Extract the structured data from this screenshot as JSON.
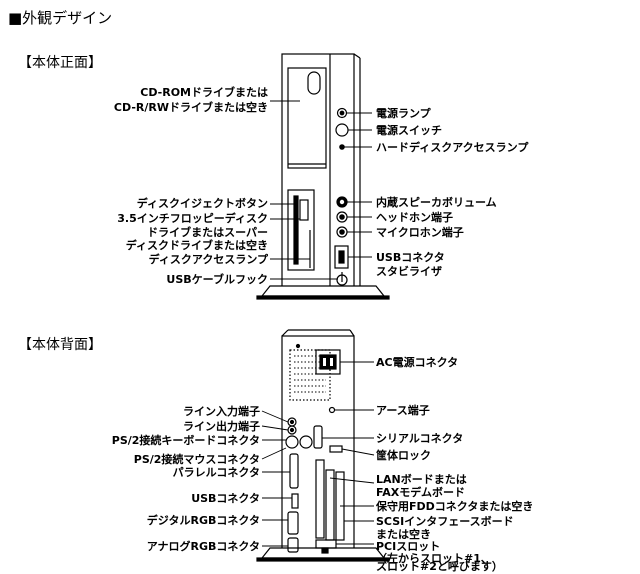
{
  "page": {
    "heading": "■外観デザイン"
  },
  "front": {
    "section_title": "【本体正面】",
    "labels_left": {
      "cd_drive_1": "CD-ROMドライブまたは",
      "cd_drive_2": "CD-R/RWドライブまたは空き",
      "disk_eject": "ディスクイジェクトボタン",
      "fdd_1": "3.5インチフロッピーディスク",
      "fdd_2": "ドライブまたはスーパー",
      "fdd_3": "ディスクドライブまたは空き",
      "disk_access_lamp": "ディスクアクセスランプ",
      "usb_cable_hook": "USBケーブルフック"
    },
    "labels_right": {
      "power_lamp": "電源ランプ",
      "power_switch": "電源スイッチ",
      "hdd_access_lamp": "ハードディスクアクセスランプ",
      "speaker_volume": "内蔵スピーカボリューム",
      "headphone_jack": "ヘッドホン端子",
      "mic_jack": "マイクロホン端子",
      "usb_stabilizer_1": "USBコネクタ",
      "usb_stabilizer_2": "スタビライザ"
    }
  },
  "back": {
    "section_title": "【本体背面】",
    "labels_left": {
      "line_in": "ライン入力端子",
      "line_out": "ライン出力端子",
      "ps2_keyboard": "PS/2接続キーボードコネクタ",
      "ps2_mouse": "PS/2接続マウスコネクタ",
      "parallel": "パラレルコネクタ",
      "usb": "USBコネクタ",
      "digital_rgb": "デジタルRGBコネクタ",
      "analog_rgb": "アナログRGBコネクタ"
    },
    "labels_right": {
      "ac_power": "AC電源コネクタ",
      "ground": "アース端子",
      "serial": "シリアルコネクタ",
      "case_lock": "筐体ロック",
      "lan_fax_1": "LANボードまたは",
      "lan_fax_2": "FAXモデムボード",
      "fdd_connector": "保守用FDDコネクタまたは空き",
      "scsi_1": "SCSIインタフェースボード",
      "scsi_2": "または空き",
      "pci_1": "PCIスロット",
      "pci_2": "（左からスロット#1、",
      "pci_3": "スロット#2と呼びます）"
    }
  }
}
